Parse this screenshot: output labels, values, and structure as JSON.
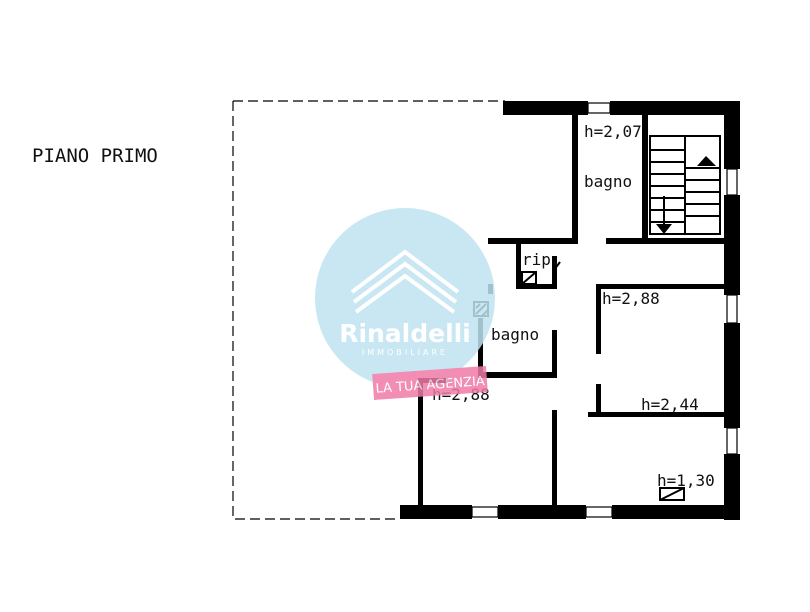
{
  "plan": {
    "floor_title": "PIANO PRIMO",
    "rooms": [
      {
        "key": "h_top",
        "text": "h=2,07"
      },
      {
        "key": "bagno_top",
        "text": "bagno"
      },
      {
        "key": "rip",
        "text": "rip."
      },
      {
        "key": "bagno_mid",
        "text": "bagno"
      },
      {
        "key": "h_right_upper",
        "text": "h=2,88"
      },
      {
        "key": "h_left_lower",
        "text": "h=2,88"
      },
      {
        "key": "h_right_lower",
        "text": "h=2,44"
      },
      {
        "key": "h_bottom",
        "text": "h=1,30"
      }
    ]
  },
  "watermark": {
    "brand": "Rinaldelli",
    "subtitle": "IMMOBILIARE",
    "tagline": "LA TUA AGENZIA",
    "circle_color": "#bfe3f1",
    "tag_color": "#f07aa8"
  }
}
